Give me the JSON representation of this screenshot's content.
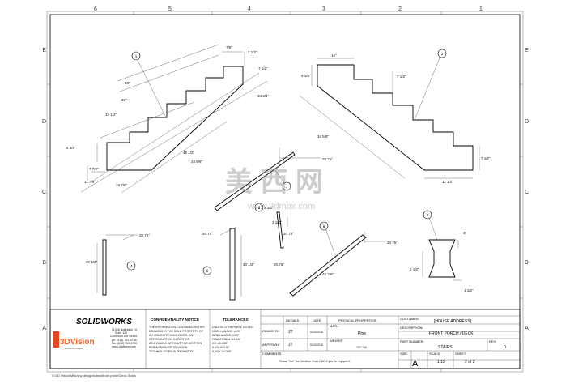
{
  "zones": {
    "top": [
      "6",
      "5",
      "4",
      "3",
      "2",
      "1"
    ],
    "side": [
      "E",
      "D",
      "C",
      "B",
      "A"
    ]
  },
  "watermark": {
    "cn": "美 西 网",
    "url": "www.3dmox.com"
  },
  "balloons": [
    "1",
    "1",
    "7",
    "8",
    "6",
    "2",
    "5",
    "4"
  ],
  "dims": {
    "a_top1": "7/8\"",
    "a_top2": "7 1/2\"",
    "a_r1": "7 1/2\"",
    "a_44a": "40\"",
    "a_26": "26\"",
    "a_12": "12 1/2\"",
    "a_bot": "34 3/4\"",
    "a_47": "46 1/2\"",
    "a_11": "11 7/8\"",
    "a_7": "7 7/8\"",
    "a_6": "6 3/8\"",
    "a_24": "24 5/8\"",
    "a_15": "15 7/8\"",
    "b_16": "16\"",
    "b_4": "4 1/8\"",
    "b_7": "7 1/2\"",
    "b_34": "34 5/8\"",
    "b_r": "7 1/2\"",
    "b_11": "11 1/2\"",
    "c_ang": "20.75°",
    "c_d": "3 1/2\"",
    "d_ang": "20.75°",
    "d_dim": "27 1/2\"",
    "e_ang": "20.75°",
    "e_dim": "40 1/2\"",
    "f_ang": "20.75°",
    "f_dim": "3 1/2\"",
    "g_ang": "20.75°",
    "g_ang2": "20.75°",
    "g_dim": "32 7/8\"",
    "h_1": "1\"",
    "h_2": "2 1/2\"",
    "h_3": "1 1/2\""
  },
  "titleblock": {
    "logo_sw": "SOLIDWORKS",
    "logo_3d": "3DVision",
    "logo_sub": "TECHNOLOGIES",
    "address": [
      "11306 Northlake Dr",
      "Suite 100",
      "Cincinnati OH 45249",
      "ph: (513) 761-4788",
      "fax: (513) 761-4789",
      "www.3dvision.com"
    ],
    "conf_head": "CONFIDENTIALITY NOTICE",
    "conf_text": [
      "THE INFORMATION CONTAINED IN THIS",
      "DRAWING IS THE SOLE PROPERTY OF",
      "3D VISION TECHNOLOGIES. ANY",
      "REPRODUCTION IN PART OR",
      "AS A WHOLE WITHOUT THE WRITTEN",
      "PERMISSION OF 3D VISION",
      "TECHNOLOGIES IS PROHIBITED."
    ],
    "tol_head": "TOLERANCES",
    "tol_text": [
      "UNLESS OTHERWISE NOTED",
      "MACH. ANGLE: ±0.5°",
      "BEND ANGLE: ±0.5°",
      "FRACTIONAL: ±1/16\"",
      "X.X ±0.030\"",
      "X.XX ±0.010\"",
      "X.XXX ±0.005\""
    ],
    "initials_head": "INITIALS",
    "date_head": "DATE",
    "props_head": "PHYSICAL PROPERTIES",
    "drawn_by": "DRAWN BY:",
    "drawn_init": "JT",
    "drawn_date": "5/10/2016",
    "appvd_by": "APPV'D BY:",
    "appvd_init": "JT",
    "appvd_date": "5/10/2016",
    "matl_label": "MATL:",
    "matl_val": "Pine",
    "weight_label": "WEIGHT:",
    "weight_val": "160.740",
    "comments_label": "COMMENTS:",
    "comments_val": "Please \"like\" the 3dvision Grab CAD if you've enjoyed it.",
    "customer_label": "CUSTOMER:",
    "customer_val": "[HOUSE ADDRESS]",
    "desc_label": "DESCRIPTION:",
    "desc_val": "FRONT PORCH / DECK",
    "partno_label": "PART NUMBER:",
    "partno_val": "STAIRS",
    "rev_label": "REV:",
    "rev_val": "0",
    "size_label": "SIZE:",
    "size_val": "A",
    "scale_label": "SCALE:",
    "scale_val": "1:12",
    "sheet_label": "SHEET:",
    "sheet_val": "2 of 2",
    "footer": "X:\\3D Vision\\Misc\\my designs\\deck\\front porch\\Deck Stairs"
  }
}
